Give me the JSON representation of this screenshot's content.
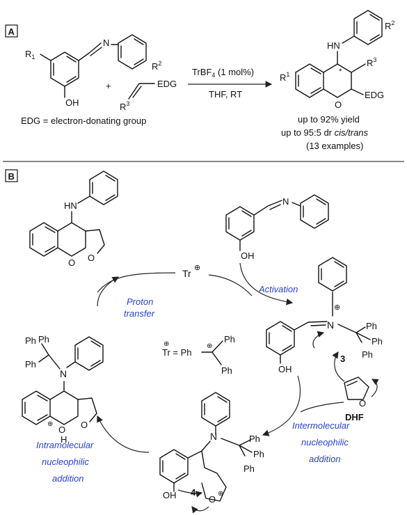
{
  "panels": {
    "a": "A",
    "b": "B"
  },
  "panel_a": {
    "r1": "R",
    "r1_sub": "1",
    "n": "N",
    "r2": "R",
    "r2_sup": "2",
    "oh": "OH",
    "plus": "+",
    "edg": "EDG",
    "r3": "R",
    "r3_sup": "3",
    "reagent": "TrBF",
    "reagent_sub": "4",
    "reagent_tail": " (1 mol%)",
    "conditions": "THF, RT",
    "edg_def": "EDG = electron-donating group",
    "prod_hn": "HN",
    "prod_r2": "R",
    "prod_r2_sup": "2",
    "prod_r3": "R",
    "prod_r3_sup": "3",
    "prod_r1": "R",
    "prod_r1_sup": "1",
    "prod_o": "O",
    "prod_edg": "EDG",
    "star": "*",
    "yield": "up to 92% yield",
    "dr_prefix": "up to 95:5 dr ",
    "dr_suffix": "cis/trans",
    "examples": "(13 examples)"
  },
  "panel_b": {
    "tr_plus": "Tr",
    "plus_symbol": "⊕",
    "activation": "Activation",
    "proton_transfer_1": "Proton",
    "proton_transfer_2": "transfer",
    "tr_def": "Tr  = Ph",
    "ph": "Ph",
    "n": "N",
    "oh": "OH",
    "o": "O",
    "hn": "HN",
    "h": "H",
    "compound3": "3",
    "compound4": "4",
    "dhf": "DHF",
    "inter_1": "Intermolecular",
    "inter_2": "nucleophilic",
    "inter_3": "addition",
    "intra_1": "Intramolecular",
    "intra_2": "nucleophilic",
    "intra_3": "addition"
  }
}
